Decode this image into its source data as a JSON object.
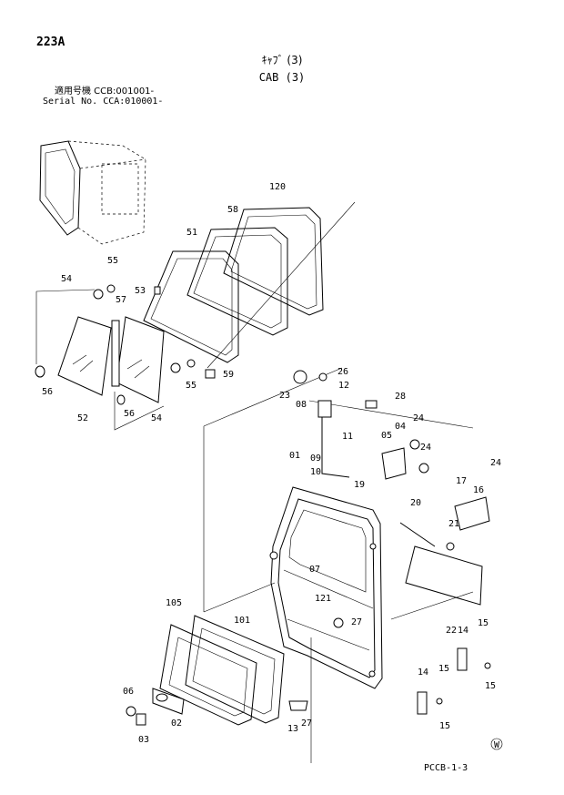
{
  "header": {
    "page_id": "223A",
    "title_jp": "ｷｬﾌﾞ (3)",
    "title_en": "CAB (3)",
    "serial_line_1": "適用号機 CCB:001001-",
    "serial_line_2": "Serial No. CCA:010001-"
  },
  "footer": {
    "drawing_code": "PCCB-1-3",
    "watermark_symbol": "W"
  },
  "callouts": [
    "223A",
    "120",
    "58",
    "51",
    "53",
    "54",
    "55",
    "57",
    "56",
    "52",
    "56",
    "54",
    "55",
    "59",
    "26",
    "12",
    "23",
    "08",
    "28",
    "11",
    "05",
    "04",
    "24",
    "24",
    "09",
    "10",
    "01",
    "19",
    "24",
    "16",
    "17",
    "20",
    "21",
    "07",
    "121",
    "27",
    "105",
    "101",
    "22",
    "14",
    "15",
    "15",
    "14",
    "15",
    "15",
    "06",
    "02",
    "03",
    "13",
    "27"
  ]
}
